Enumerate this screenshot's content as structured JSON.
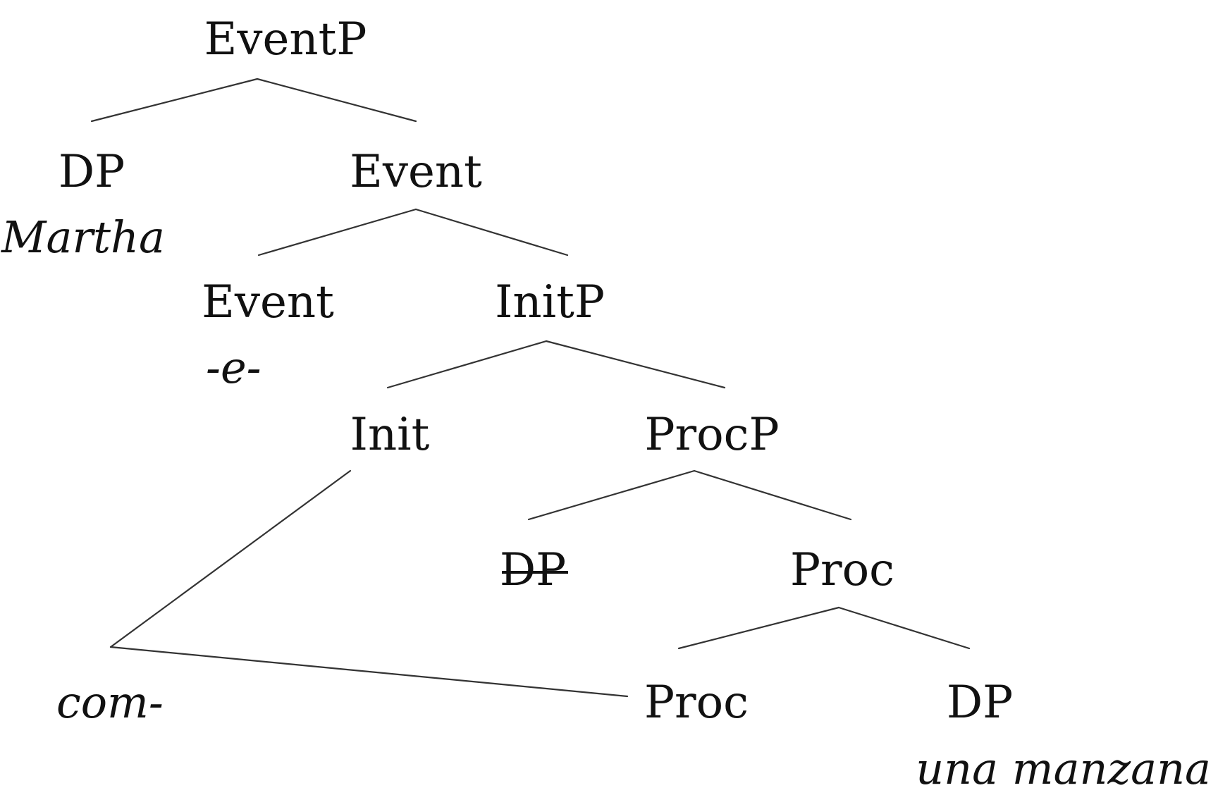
{
  "tree": {
    "eventp": "EventP",
    "dp_subject": "DP",
    "martha": "Martha",
    "event_bar": "Event",
    "event_head": "Event",
    "e_morph": "-e-",
    "initp": "InitP",
    "init": "Init",
    "procp": "ProcP",
    "dp_deleted": "DP",
    "proc_bar": "Proc",
    "com": "com-",
    "proc_head": "Proc",
    "dp_object": "DP",
    "una_manzana": "una manzana"
  },
  "style": {
    "line_color": "#333333",
    "text_color": "#111111",
    "background": "#ffffff"
  }
}
